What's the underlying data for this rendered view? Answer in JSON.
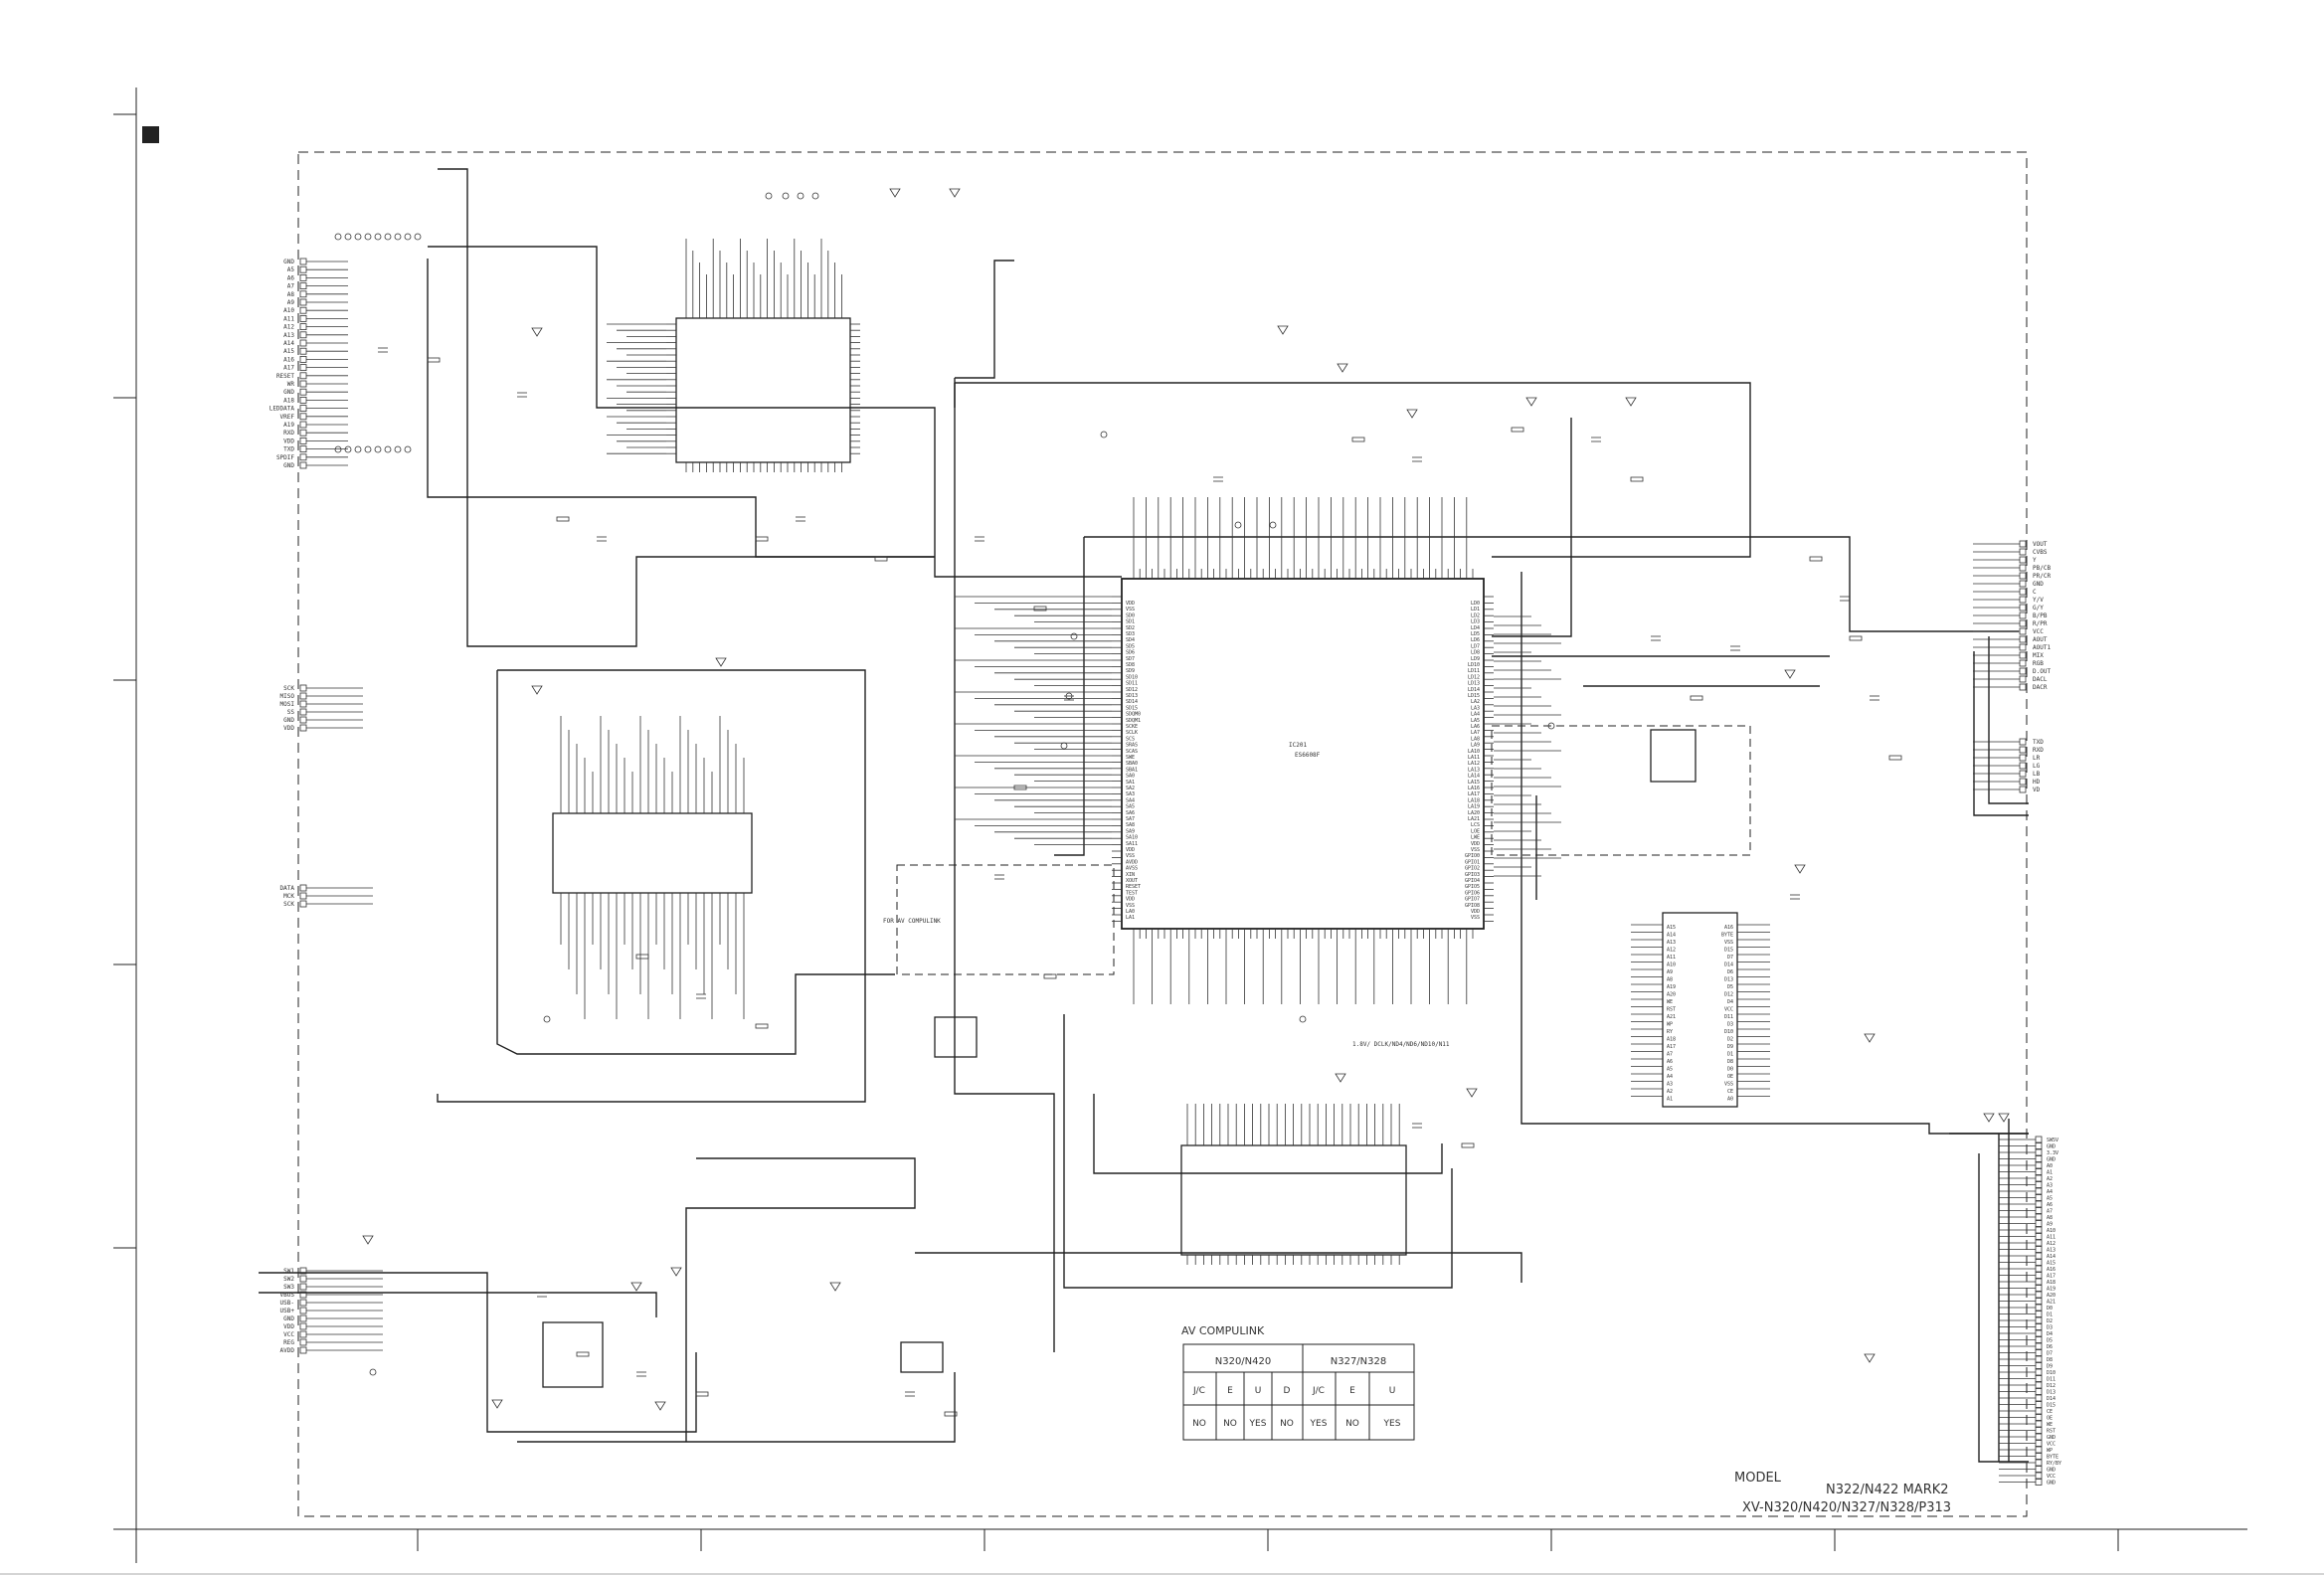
{
  "model": {
    "label": "MODEL",
    "line1": "N322/N422 MARK2",
    "line2": "XV-N320/N420/N327/N328/P313"
  },
  "ic_main": {
    "ref": "IC201",
    "part": "ES6608F"
  },
  "notes": {
    "note_a": "FOR AV COMPULINK",
    "note_b": "1.8V/ DCLK/ND4/ND6/ND10/N11"
  },
  "av_compulink": {
    "title": "AV COMPULINK",
    "groups": [
      "N320/N420",
      "N327/N328"
    ],
    "headers": [
      "J/C",
      "E",
      "U",
      "D",
      "J/C",
      "E",
      "U"
    ],
    "values": [
      "NO",
      "NO",
      "YES",
      "NO",
      "YES",
      "NO",
      "YES"
    ]
  },
  "left_signals_a": [
    "GND",
    "A5",
    "A6",
    "A7",
    "A8",
    "A9",
    "A10",
    "A11",
    "A12",
    "A13",
    "A14",
    "A15",
    "A16",
    "A17",
    "RESET",
    "WR",
    "GND",
    "A18",
    "LEDDATA",
    "VREF",
    "A19",
    "RXD",
    "VDD",
    "TXD",
    "SPDIF",
    "GND"
  ],
  "left_signals_b": [
    "SCK",
    "MISO",
    "MOSI",
    "SS",
    "GND",
    "VDD"
  ],
  "left_signals_c": [
    "DATA",
    "MCK",
    "SCK"
  ],
  "left_signals_d": [
    "SW1",
    "SW2",
    "SW3",
    "VBUS",
    "USB-",
    "USB+",
    "GND",
    "VDD",
    "VCC",
    "REG",
    "AVDD"
  ],
  "right_signals_a": [
    "VOUT",
    "CVBS",
    "Y",
    "PB/CB",
    "PR/CR",
    "GND",
    "C",
    "Y/V",
    "G/Y",
    "B/PB",
    "R/PR",
    "VCC",
    "AOUT",
    "AOUT1",
    "MIX",
    "RGB",
    "D.OUT",
    "DACL",
    "DACR"
  ],
  "right_signals_b": [
    "TXD",
    "RXD",
    "LR",
    "LG",
    "LB",
    "HD",
    "VD"
  ],
  "right_signals_c": [
    "SW5V",
    "GND",
    "3.3V",
    "GND",
    "A0",
    "A1",
    "A2",
    "A3",
    "A4",
    "A5",
    "A6",
    "A7",
    "A8",
    "A9",
    "A10",
    "A11",
    "A12",
    "A13",
    "A14",
    "A15",
    "A16",
    "A17",
    "A18",
    "A19",
    "A20",
    "A21",
    "D0",
    "D1",
    "D2",
    "D3",
    "D4",
    "D5",
    "D6",
    "D7",
    "D8",
    "D9",
    "D10",
    "D11",
    "D12",
    "D13",
    "D14",
    "D15",
    "CE",
    "OE",
    "WE",
    "RST",
    "GND",
    "VCC",
    "WP",
    "BYTE",
    "RY/BY",
    "GND",
    "VCC",
    "GND"
  ],
  "ic_main_pins_left": [
    "VDD",
    "VSS",
    "SD0",
    "SD1",
    "SD2",
    "SD3",
    "SD4",
    "SD5",
    "SD6",
    "SD7",
    "SD8",
    "SD9",
    "SD10",
    "SD11",
    "SD12",
    "SD13",
    "SD14",
    "SD15",
    "SDQM0",
    "SDQM1",
    "SCKE",
    "SCLK",
    "SCS",
    "SRAS",
    "SCAS",
    "SWE",
    "SBA0",
    "SBA1",
    "SA0",
    "SA1",
    "SA2",
    "SA3",
    "SA4",
    "SA5",
    "SA6",
    "SA7",
    "SA8",
    "SA9",
    "SA10",
    "SA11",
    "VDD",
    "VSS",
    "AVDD",
    "AVSS",
    "XIN",
    "XOUT",
    "RESET",
    "TEST",
    "VDD",
    "VSS",
    "LA0",
    "LA1"
  ],
  "ic_main_pins_right": [
    "LD0",
    "LD1",
    "LD2",
    "LD3",
    "LD4",
    "LD5",
    "LD6",
    "LD7",
    "LD8",
    "LD9",
    "LD10",
    "LD11",
    "LD12",
    "LD13",
    "LD14",
    "LD15",
    "LA2",
    "LA3",
    "LA4",
    "LA5",
    "LA6",
    "LA7",
    "LA8",
    "LA9",
    "LA10",
    "LA11",
    "LA12",
    "LA13",
    "LA14",
    "LA15",
    "LA16",
    "LA17",
    "LA18",
    "LA19",
    "LA20",
    "LA21",
    "LCS",
    "LOE",
    "LWE",
    "VDD",
    "VSS",
    "GPIO0",
    "GPIO1",
    "GPIO2",
    "GPIO3",
    "GPIO4",
    "GPIO5",
    "GPIO6",
    "GPIO7",
    "GPIO8",
    "VDD",
    "VSS"
  ],
  "ic_flash_pins_left": [
    "A15",
    "A14",
    "A13",
    "A12",
    "A11",
    "A10",
    "A9",
    "A8",
    "A19",
    "A20",
    "WE",
    "RST",
    "A21",
    "WP",
    "RY",
    "A18",
    "A17",
    "A7",
    "A6",
    "A5",
    "A4",
    "A3",
    "A2",
    "A1"
  ],
  "ic_flash_pins_right": [
    "A16",
    "BYTE",
    "VSS",
    "D15",
    "D7",
    "D14",
    "D6",
    "D13",
    "D5",
    "D12",
    "D4",
    "VCC",
    "D11",
    "D3",
    "D10",
    "D2",
    "D9",
    "D1",
    "D8",
    "D0",
    "OE",
    "VSS",
    "CE",
    "A0"
  ]
}
